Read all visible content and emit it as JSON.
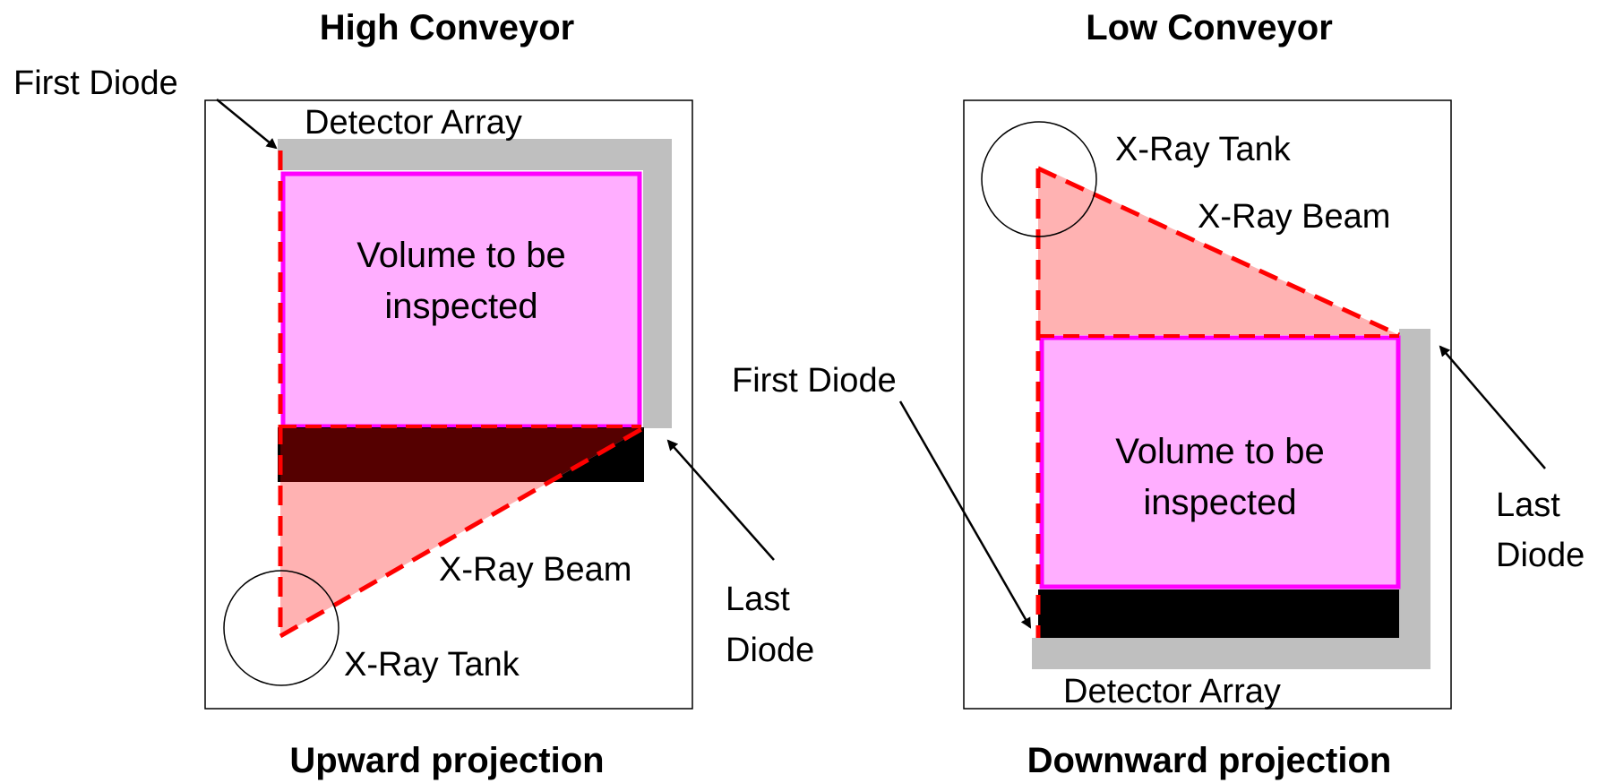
{
  "colors": {
    "detector_array": "#bfbfbf",
    "volume_fill": "#ffaeff",
    "volume_border": "#ff00ff",
    "beam_fill": "#ffb0b0",
    "beam_edge": "#ff0000",
    "conveyor_belt": "#000000",
    "belt_overlap": "#550000",
    "frame_border": "#000000"
  },
  "left_panel": {
    "title": "High Conveyor",
    "subtitle": "Upward projection",
    "first_diode_label": "First Diode",
    "detector_label": "Detector Array",
    "volume_label_line1": "Volume to be",
    "volume_label_line2": "inspected",
    "beam_label": "X-Ray Beam",
    "tank_label": "X-Ray Tank",
    "last_diode_line1": "Last",
    "last_diode_line2": "Diode"
  },
  "right_panel": {
    "title": "Low Conveyor",
    "subtitle": "Downward projection",
    "tank_label": "X-Ray Tank",
    "beam_label": "X-Ray Beam",
    "first_diode_label": "First Diode",
    "volume_label_line1": "Volume to be",
    "volume_label_line2": "inspected",
    "last_diode_line1": "Last",
    "last_diode_line2": "Diode",
    "detector_label": "Detector Array"
  }
}
